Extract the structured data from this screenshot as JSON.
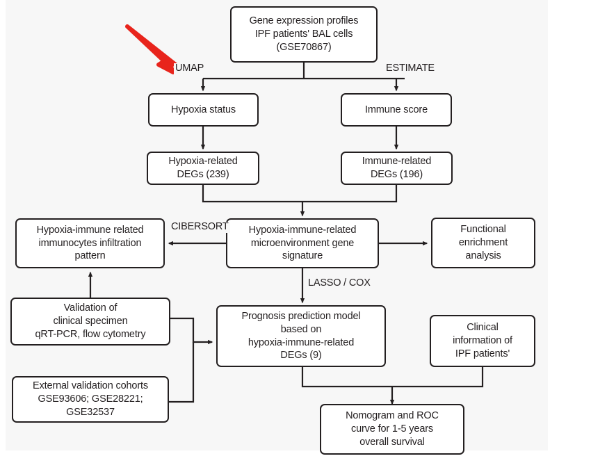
{
  "figure": {
    "type": "flowchart",
    "title": "Study design flowchart: hypoxia-immune related gene signature in IPF",
    "background_color": "#f7f7f7",
    "box_border_color": "#231f20",
    "box_fill_color": "#ffffff",
    "annotation_arrow_color": "#e8241c"
  },
  "nodes": {
    "gene_expression": {
      "id": "gene-expression-profiles",
      "text": "Gene expression profiles\nIPF patients' BAL cells\n(GSE70867)"
    },
    "hypoxia_status": {
      "id": "hypoxia-status",
      "text": "Hypoxia status"
    },
    "immune_score": {
      "id": "immune-score",
      "text": "Immune score"
    },
    "hypoxia_degs": {
      "id": "hypoxia-related-degs",
      "text": "Hypoxia-related\nDEGs (239)",
      "count": 239
    },
    "immune_degs": {
      "id": "immune-related-degs",
      "text": "Immune-related\nDEGs (196)",
      "count": 196
    },
    "infiltration_pattern": {
      "id": "immunocytes-infiltration-pattern",
      "text": "Hypoxia-immune related\nimmunocytes infiltration\npattern"
    },
    "gene_signature": {
      "id": "microenvironment-gene-signature",
      "text": "Hypoxia-immune-related\nmicroenvironment gene\nsignature"
    },
    "functional_enrichment": {
      "id": "functional-enrichment-analysis",
      "text": "Functional\nenrichment\nanalysis"
    },
    "clinical_validation": {
      "id": "clinical-specimen-validation",
      "text": "Validation of\nclinical specimen\nqRT-PCR, flow cytometry"
    },
    "external_cohorts": {
      "id": "external-validation-cohorts",
      "text": "External validation cohorts\nGSE93606; GSE28221;\nGSE32537"
    },
    "prognosis_model": {
      "id": "prognosis-prediction-model",
      "text": "Prognosis prediction model\nbased on\nhypoxia-immune-related\nDEGs (9)",
      "count": 9
    },
    "clinical_information": {
      "id": "clinical-information-ipf",
      "text": "Clinical\ninformation of\nIPF patients'"
    },
    "nomogram": {
      "id": "nomogram-roc-curve",
      "text": "Nomogram and ROC\ncurve for 1-5 years\noverall survival"
    }
  },
  "edge_labels": {
    "umap": "UMAP",
    "estimate": "ESTIMATE",
    "cibersort": "CIBERSORT",
    "lasso_cox": "LASSO / COX"
  },
  "annotation": {
    "red_arrow": {
      "name": "red-pointer-arrow",
      "points_to": "UMAP",
      "color": "#e8241c"
    }
  }
}
